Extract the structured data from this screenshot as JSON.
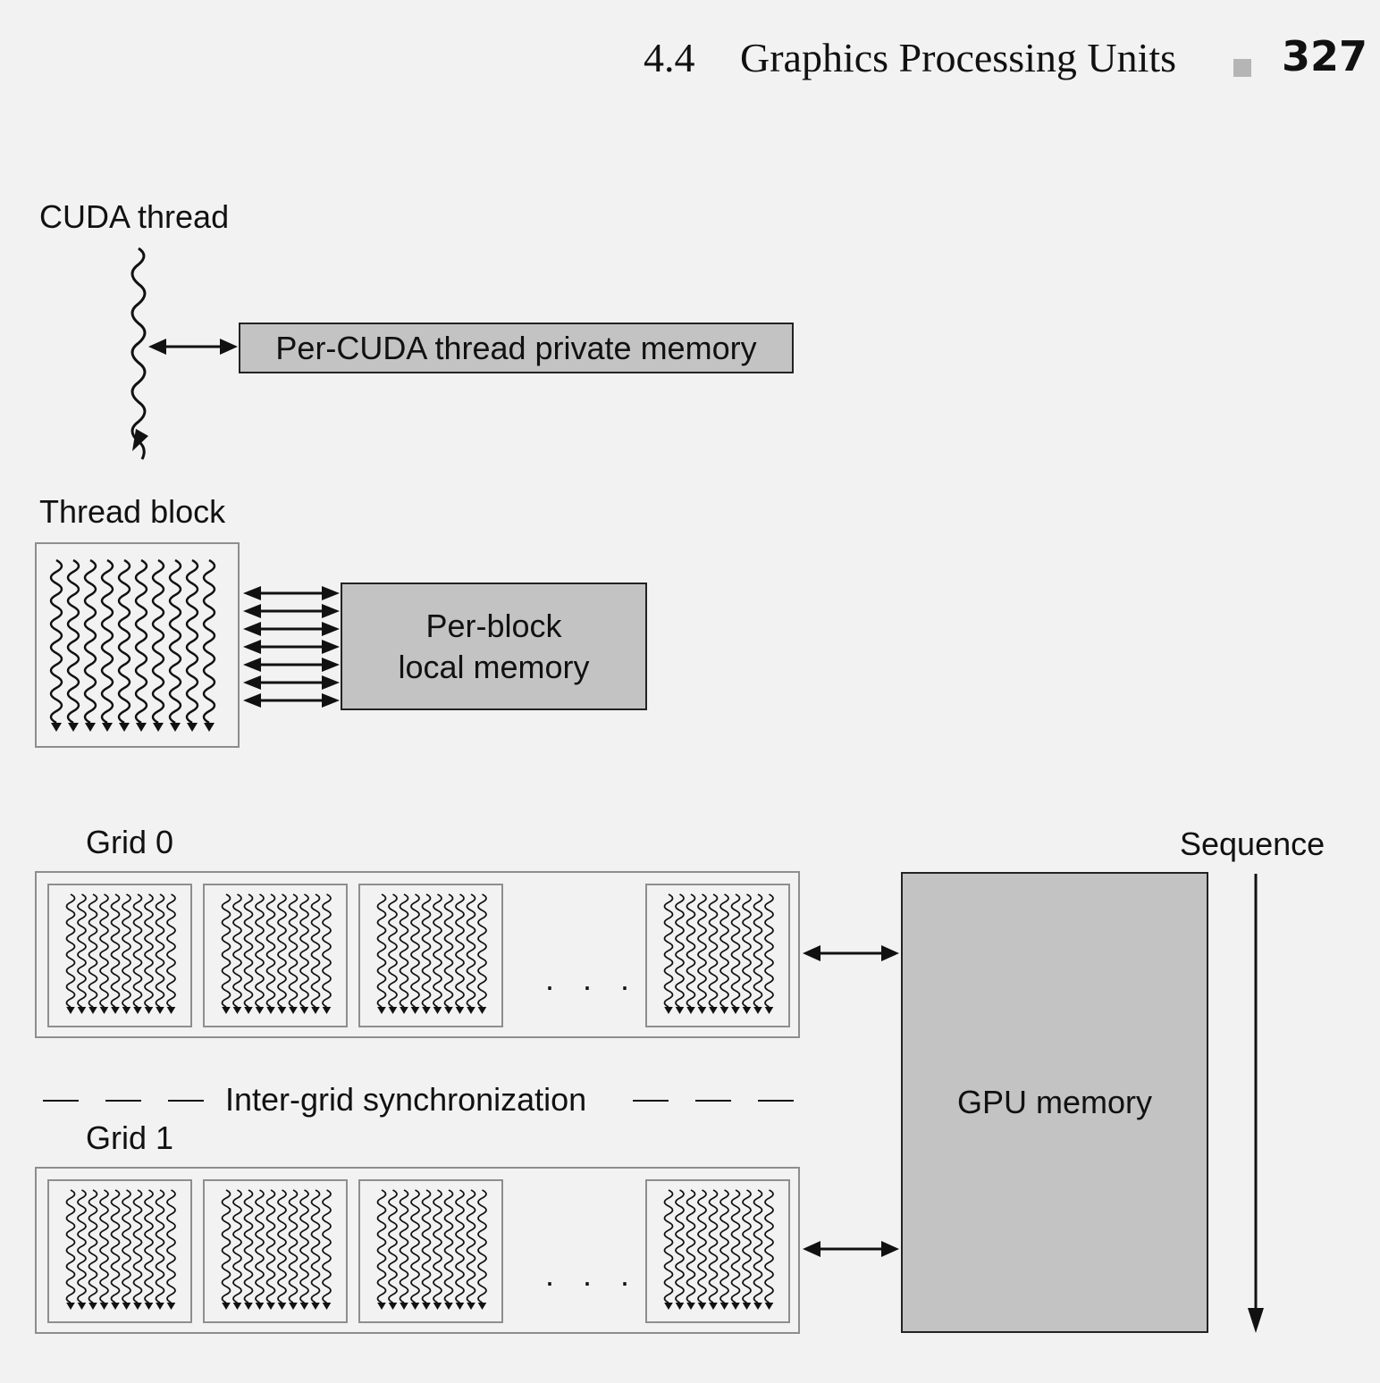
{
  "running_head": {
    "section": "4.4",
    "title": "Graphics Processing Units",
    "page_number": "327"
  },
  "diagram": {
    "cuda_thread_label": "CUDA thread",
    "private_memory_label": "Per-CUDA thread private memory",
    "thread_block_label": "Thread block",
    "local_memory_line1": "Per-block",
    "local_memory_line2": "local memory",
    "grid0_label": "Grid 0",
    "grid1_label": "Grid 1",
    "sync_label": "Inter-grid synchronization",
    "gpu_memory_label": "GPU memory",
    "sequence_label": "Sequence",
    "ellipsis": "· · ·"
  }
}
